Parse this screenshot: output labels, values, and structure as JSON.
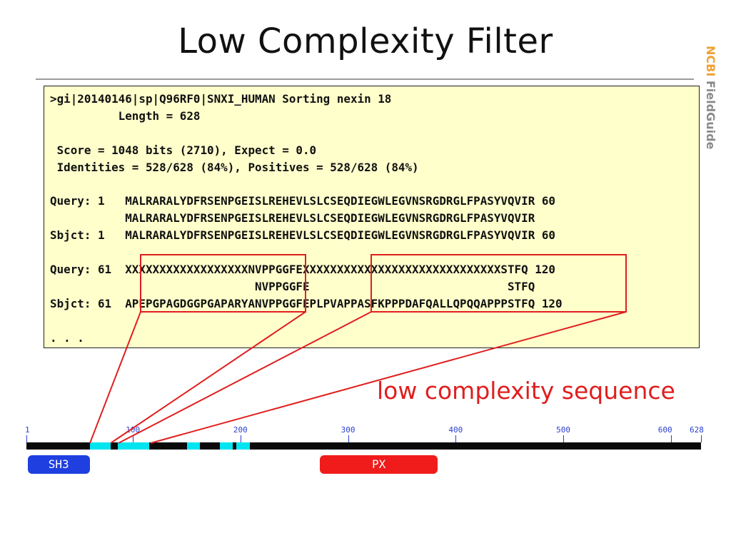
{
  "slide": {
    "title": "Low Complexity Filter",
    "brand_ncbi": "NCBI",
    "brand_fieldguide": "FieldGuide",
    "callout": "low complexity sequence"
  },
  "blast": {
    "lines": [
      ">gi|20140146|sp|Q96RF0|SNXI_HUMAN Sorting nexin 18",
      "          Length = 628",
      "",
      " Score = 1048 bits (2710), Expect = 0.0",
      " Identities = 528/628 (84%), Positives = 528/628 (84%)",
      "",
      "Query: 1   MALRARALYDFRSENPGEISLREHEVLSLCSEQDIEGWLEGVNSRGDRGLFPASYVQVIR 60",
      "           MALRARALYDFRSENPGEISLREHEVLSLCSEQDIEGWLEGVNSRGDRGLFPASYVQVIR",
      "Sbjct: 1   MALRARALYDFRSENPGEISLREHEVLSLCSEQDIEGWLEGVNSRGDRGLFPASYVQVIR 60",
      "",
      "Query: 61  XXXXXXXXXXXXXXXXXXNVPPGGFEXXXXXXXXXXXXXXXXXXXXXXXXXXXXXSTFQ 120",
      "                              NVPPGGFE                             STFQ",
      "Sbjct: 61  APEPGPAGDGGPGAPARYANVPPGGFEPLPVAPPASFKPPPDAFQALLQPQQAPPPSTFQ 120",
      "",
      ". . ."
    ]
  },
  "domain_map": {
    "length": 628,
    "ticks": [
      {
        "label": "1",
        "pos": 1
      },
      {
        "label": "100",
        "pos": 100
      },
      {
        "label": "200",
        "pos": 200
      },
      {
        "label": "300",
        "pos": 300
      },
      {
        "label": "400",
        "pos": 400
      },
      {
        "label": "500",
        "pos": 500
      },
      {
        "label": "600",
        "pos": 600
      },
      {
        "label": "628",
        "pos": 628
      }
    ],
    "low_complexity_segments": [
      {
        "start": 60,
        "end": 79
      },
      {
        "start": 86,
        "end": 115
      },
      {
        "start": 150,
        "end": 162
      },
      {
        "start": 181,
        "end": 193
      },
      {
        "start": 196,
        "end": 209
      }
    ],
    "domains": [
      {
        "label": "SH3",
        "start": 2,
        "end": 60,
        "color": "#1f3fe0"
      },
      {
        "label": "PX",
        "start": 274,
        "end": 383,
        "color": "#f01c1c"
      }
    ],
    "highlight_color": "#00e5f0",
    "box_color": "#e01e1e"
  }
}
